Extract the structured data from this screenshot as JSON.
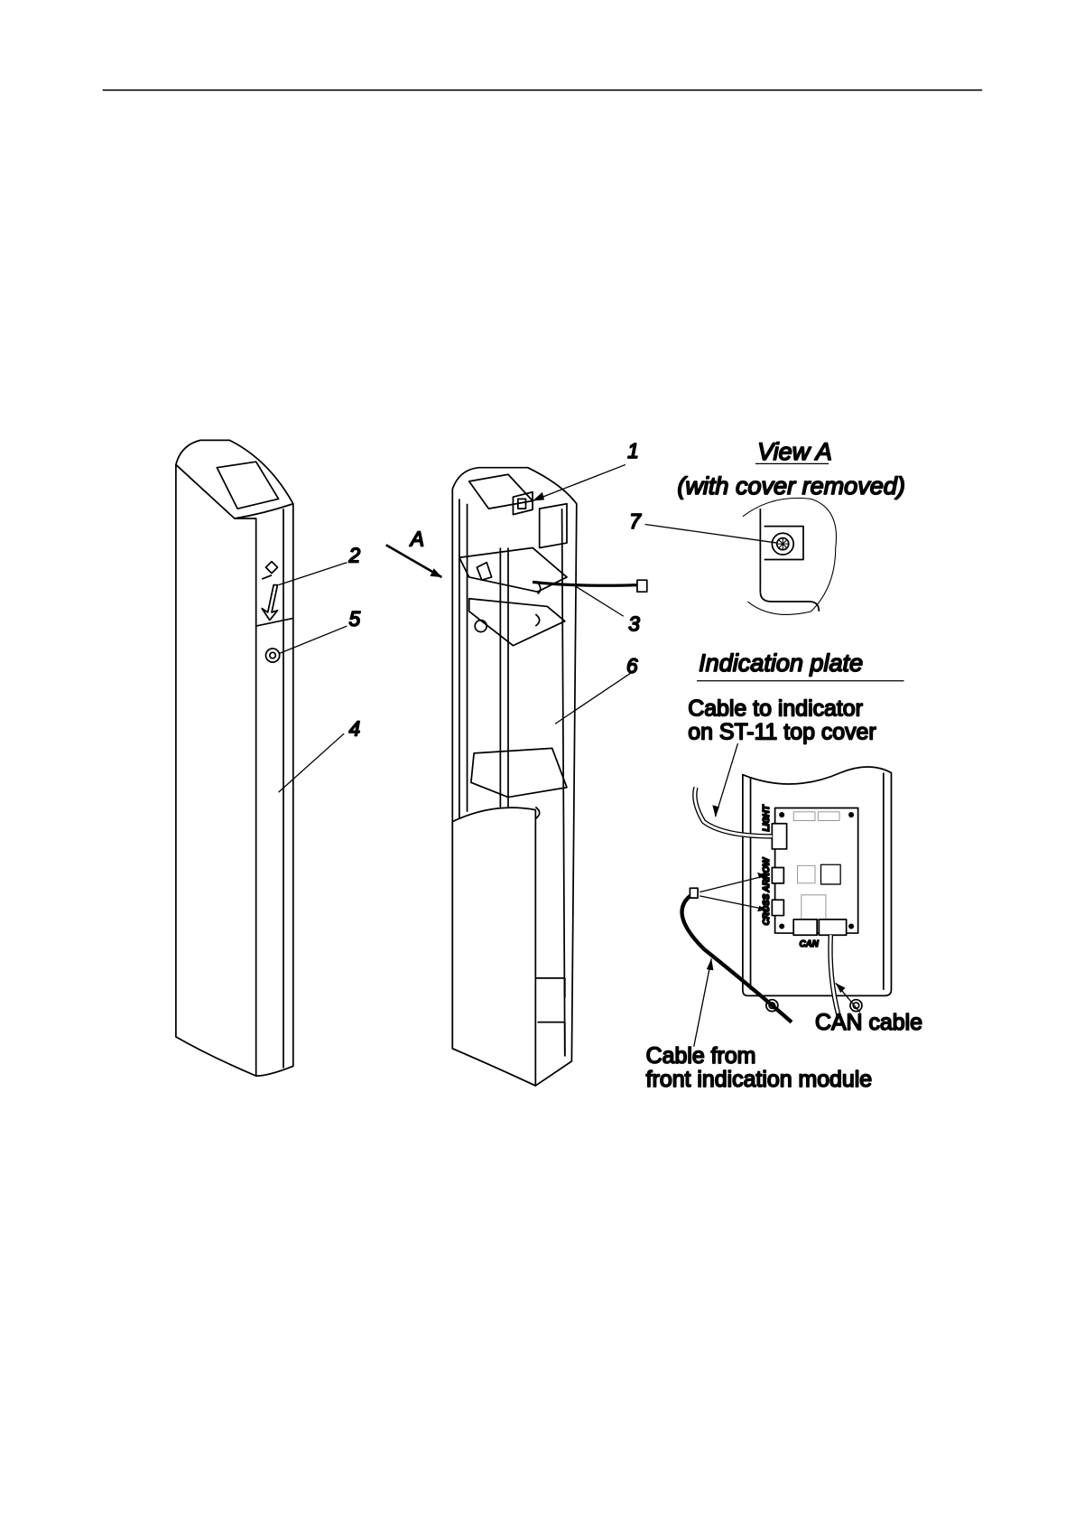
{
  "figure": {
    "callouts": [
      "1",
      "2",
      "3",
      "4",
      "5",
      "6",
      "7"
    ],
    "view_arrow_label": "A",
    "view_a": {
      "title": "View A",
      "subtitle": "(with cover removed)"
    },
    "indication_plate": {
      "title": "Indication plate",
      "cable_to_indicator": [
        "Cable to indicator",
        "on ST-11 top cover"
      ],
      "cable_from_front": [
        "Cable from",
        "front indication module"
      ],
      "can_cable": "CAN cable",
      "board_labels": {
        "light": "LIGHT",
        "arrow": "ARROW",
        "cross": "CROSS",
        "can": "CAN"
      }
    }
  }
}
